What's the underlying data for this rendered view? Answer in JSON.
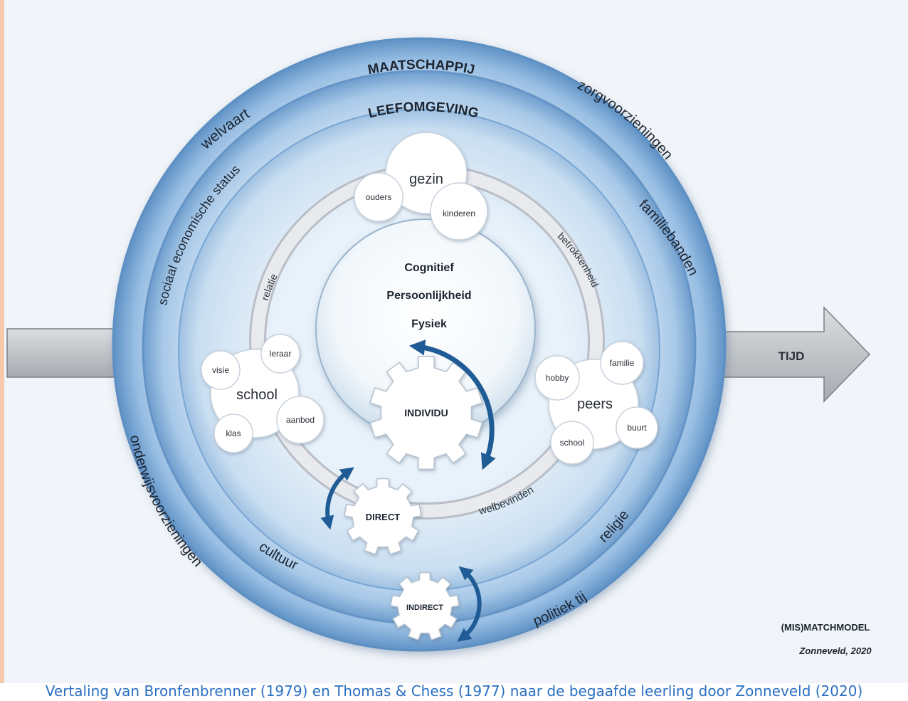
{
  "outer_ring": {
    "title": "MAATSCHAPPIJ",
    "items": [
      "welvaart",
      "zorgvoorzieningen",
      "onderwijsvoorzieningen",
      "politiek tij"
    ]
  },
  "middle_ring": {
    "title": "LEEFOMGEVING",
    "items": [
      "sociaal economische status",
      "familiebanden",
      "cultuur",
      "religie"
    ]
  },
  "inner_ring": {
    "links": [
      "relatie",
      "betrokkenheid",
      "welbevinden"
    ]
  },
  "clusters": {
    "gezin": {
      "label": "gezin",
      "members": [
        "ouders",
        "kinderen"
      ]
    },
    "school": {
      "label": "school",
      "members": [
        "visie",
        "leraar",
        "klas",
        "aanbod"
      ]
    },
    "peers": {
      "label": "peers",
      "members": [
        "hobby",
        "familie",
        "school",
        "buurt"
      ]
    }
  },
  "core": {
    "traits": [
      "Cognitief",
      "Persoonlijkheid",
      "Fysiek"
    ]
  },
  "gears": {
    "individu": "INDIVIDU",
    "direct": "DIRECT",
    "indirect": "INDIRECT"
  },
  "time_arrow": "TIJD",
  "model_name": "(MIS)MATCHMODEL",
  "credit": "Zonneveld, 2020",
  "caption": "Vertaling van Bronfenbrenner (1979) en Thomas & Chess (1977) naar de begaafde leerling door Zonneveld (2020)",
  "colors": {
    "background": "#eef2f6",
    "ring_dark": "#6f9fce",
    "ring_light": "#d6e7f5",
    "arrow_blue": "#1f5b95",
    "caption_link": "#2a6fc2"
  }
}
